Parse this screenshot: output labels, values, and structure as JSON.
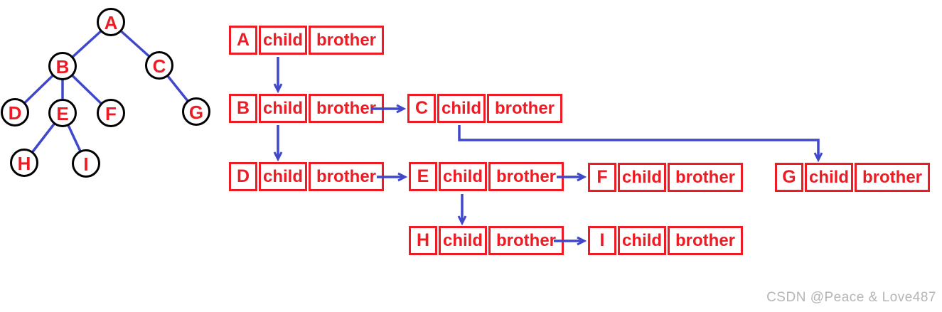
{
  "tree": {
    "nodes": [
      {
        "id": "A"
      },
      {
        "id": "B"
      },
      {
        "id": "C"
      },
      {
        "id": "D"
      },
      {
        "id": "E"
      },
      {
        "id": "F"
      },
      {
        "id": "G"
      },
      {
        "id": "H"
      },
      {
        "id": "I"
      }
    ],
    "edges": [
      [
        "A",
        "B"
      ],
      [
        "A",
        "C"
      ],
      [
        "B",
        "D"
      ],
      [
        "B",
        "E"
      ],
      [
        "B",
        "F"
      ],
      [
        "C",
        "G"
      ],
      [
        "E",
        "H"
      ],
      [
        "E",
        "I"
      ]
    ]
  },
  "labels": {
    "child": "child",
    "brother": "brother"
  },
  "list": {
    "nodes": [
      {
        "letter": "A"
      },
      {
        "letter": "B"
      },
      {
        "letter": "C"
      },
      {
        "letter": "D"
      },
      {
        "letter": "E"
      },
      {
        "letter": "F"
      },
      {
        "letter": "G"
      },
      {
        "letter": "H"
      },
      {
        "letter": "I"
      }
    ],
    "child_links": [
      [
        "A",
        "B"
      ],
      [
        "B",
        "D"
      ],
      [
        "C",
        "G"
      ],
      [
        "E",
        "H"
      ]
    ],
    "brother_links": [
      [
        "B",
        "C"
      ],
      [
        "D",
        "E"
      ],
      [
        "E",
        "F"
      ],
      [
        "H",
        "I"
      ]
    ]
  },
  "watermark": "CSDN @Peace & Love487",
  "colors": {
    "red": "#ed1c24",
    "blue": "#3f48cc",
    "node_outline": "#000000",
    "watermark_gray": "#b5b5b5"
  }
}
